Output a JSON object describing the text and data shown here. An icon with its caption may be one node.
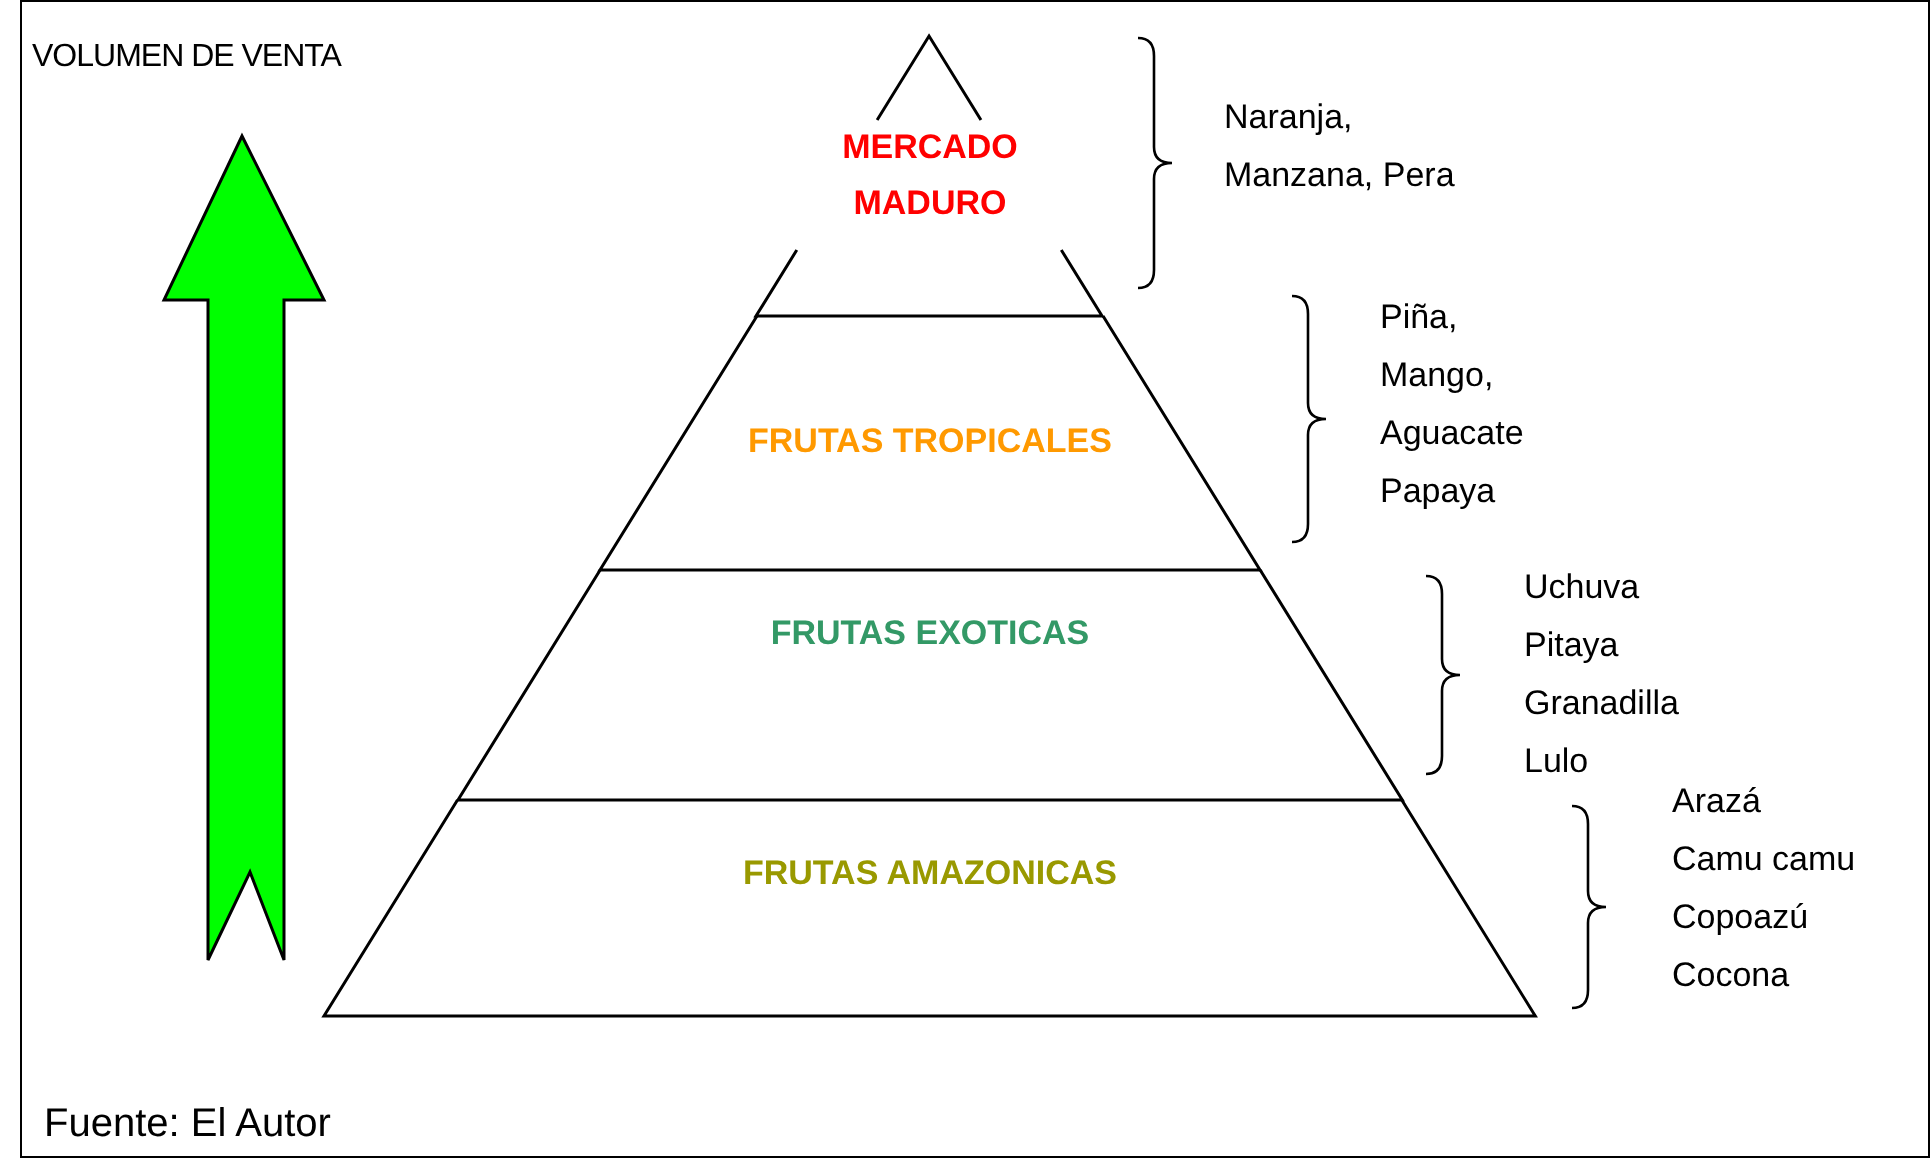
{
  "diagram": {
    "caption": "Fuente: El Autor",
    "nodes": [
      {
        "text": [
          "MERCADO MADURO"
        ],
        "beside": [
          "Naranja,",
          "Manzana, Pera"
        ]
      },
      {
        "text": [
          "FRUTAS TROPICALES"
        ],
        "beside": [
          "Piña,",
          "Mango,",
          "Aguacate",
          "Papaya"
        ]
      },
      {
        "text": [
          "FRUTAS EXOTICAS"
        ],
        "beside": [
          "Uchuva",
          "Pitaya",
          "Granadilla",
          "Lulo"
        ]
      },
      {
        "text": [
          "FRUTAS AMAZONICAS"
        ],
        "beside": [
          "Arazá",
          "Camu camu",
          "Copoazú",
          "Cocona"
        ]
      }
    ],
    "edges": [],
    "labels": [
      "VOLUMEN DE VENTA"
    ]
  }
}
